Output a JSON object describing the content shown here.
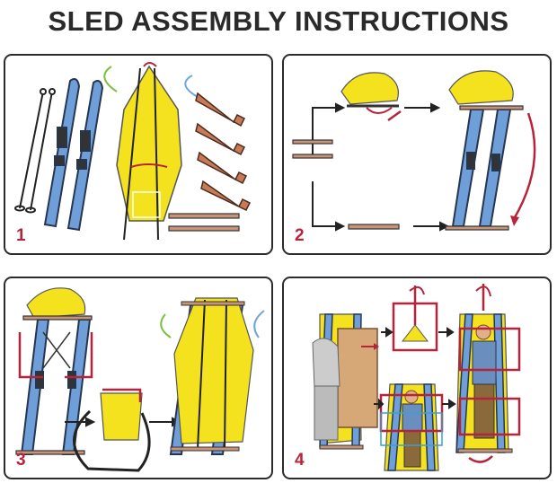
{
  "title": "SLED ASSEMBLY INSTRUCTIONS",
  "colors": {
    "ski": "#6f9fd8",
    "ski_outline": "#27364f",
    "tarp": "#f3e21d",
    "strap": "#b7233a",
    "pole": "#c89478",
    "border": "#2c2c2c",
    "number": "#b7233a"
  },
  "panels": [
    {
      "number": "1"
    },
    {
      "number": "2"
    },
    {
      "number": "3"
    },
    {
      "number": "4"
    }
  ]
}
